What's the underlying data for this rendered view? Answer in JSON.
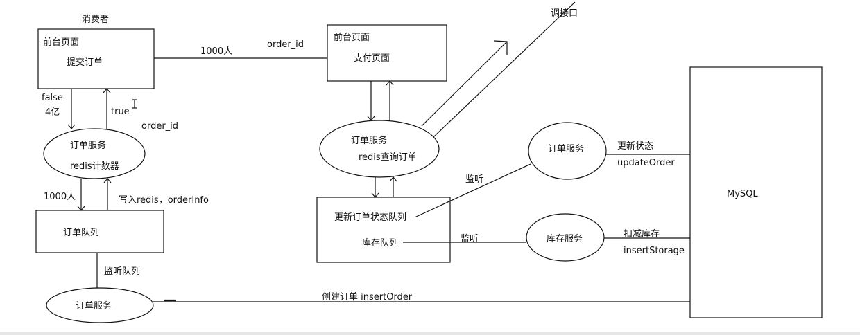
{
  "nodes": {
    "consumer_label": "消费者",
    "front_page_title": "前台页面",
    "front_page_action": "提交订单",
    "order_service_1_name": "订单服务",
    "order_service_1_sub": "redis计数器",
    "order_queue": "订单队列",
    "order_service_2": "订单服务",
    "pay_page_title": "前台页面",
    "pay_page_sub": "支付页面",
    "order_service_3_name": "订单服务",
    "order_service_3_sub": "redis查询订单",
    "queue_box_update": "更新订单状态队列",
    "queue_box_storage": "库存队列",
    "order_service_4": "订单服务",
    "storage_service": "库存服务",
    "mysql": "MySQL"
  },
  "edges": {
    "users_1000_top": "1000人",
    "order_id_top": "order_id",
    "false_label": "false",
    "yi4_label": "4亿",
    "true_label": "true",
    "order_id_mid": "order_id",
    "users_1000_left": "1000人",
    "write_redis": "写入redis，orderInfo",
    "listen_queue": "监听队列",
    "create_order": "创建订单  insertOrder",
    "callback": "调接口",
    "listen_1": "监听",
    "listen_2": "监听",
    "update_status": "更新状态",
    "update_order": "updateOrder",
    "deduct_storage": "扣减库存",
    "insert_storage": "insertStorage"
  }
}
